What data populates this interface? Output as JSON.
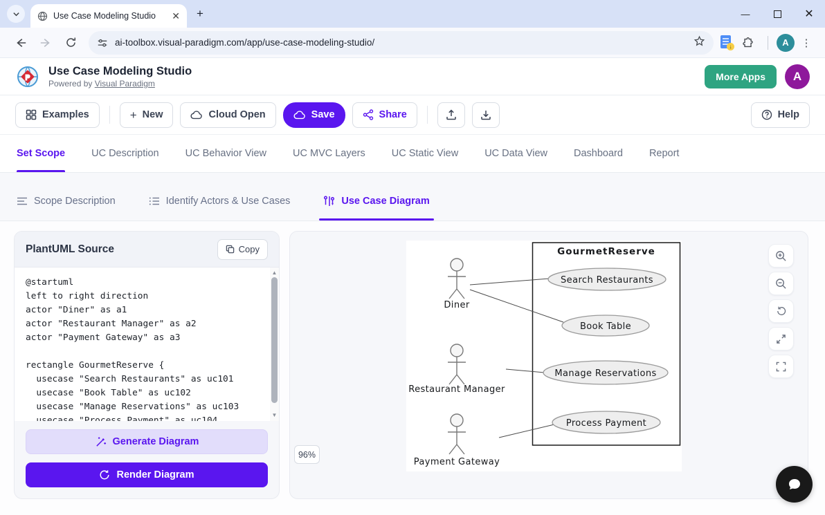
{
  "browser": {
    "tab_title": "Use Case Modeling Studio",
    "url": "ai-toolbox.visual-paradigm.com/app/use-case-modeling-studio/",
    "profile_initial": "A"
  },
  "header": {
    "title": "Use Case Modeling Studio",
    "powered_by_prefix": "Powered by ",
    "powered_by_link": "Visual Paradigm",
    "more_apps_label": "More Apps",
    "avatar_initial": "A"
  },
  "action_bar": {
    "examples_label": "Examples",
    "new_label": "New",
    "cloud_open_label": "Cloud Open",
    "save_label": "Save",
    "share_label": "Share",
    "help_label": "Help"
  },
  "main_tabs": [
    "Set Scope",
    "UC Description",
    "UC Behavior View",
    "UC MVC Layers",
    "UC Static View",
    "UC Data View",
    "Dashboard",
    "Report"
  ],
  "sub_tabs": [
    {
      "label": "Scope Description"
    },
    {
      "label": "Identify Actors & Use Cases"
    },
    {
      "label": "Use Case Diagram"
    }
  ],
  "editor": {
    "panel_title": "PlantUML Source",
    "copy_label": "Copy",
    "code": "@startuml\nleft to right direction\nactor \"Diner\" as a1\nactor \"Restaurant Manager\" as a2\nactor \"Payment Gateway\" as a3\n\nrectangle GourmetReserve {\n  usecase \"Search Restaurants\" as uc101\n  usecase \"Book Table\" as uc102\n  usecase \"Manage Reservations\" as uc103\n  usecase \"Process Payment\" as uc104",
    "generate_label": "Generate Diagram",
    "render_label": "Render Diagram"
  },
  "diagram": {
    "zoom_level": "96%",
    "system_name": "GourmetReserve",
    "actors": [
      "Diner",
      "Restaurant Manager",
      "Payment Gateway"
    ],
    "use_cases": [
      "Search Restaurants",
      "Book Table",
      "Manage Reservations",
      "Process Payment"
    ]
  },
  "colors": {
    "accent_purple": "#5a16ef",
    "accent_purple_light": "#e2ddfb",
    "more_apps_green": "#2ea481",
    "header_avatar_purple": "#8e189b",
    "browser_avatar_teal": "#2d8e9b",
    "tabstrip_blue": "#d7e1f7",
    "ellipse_fill": "#eeeeee"
  }
}
